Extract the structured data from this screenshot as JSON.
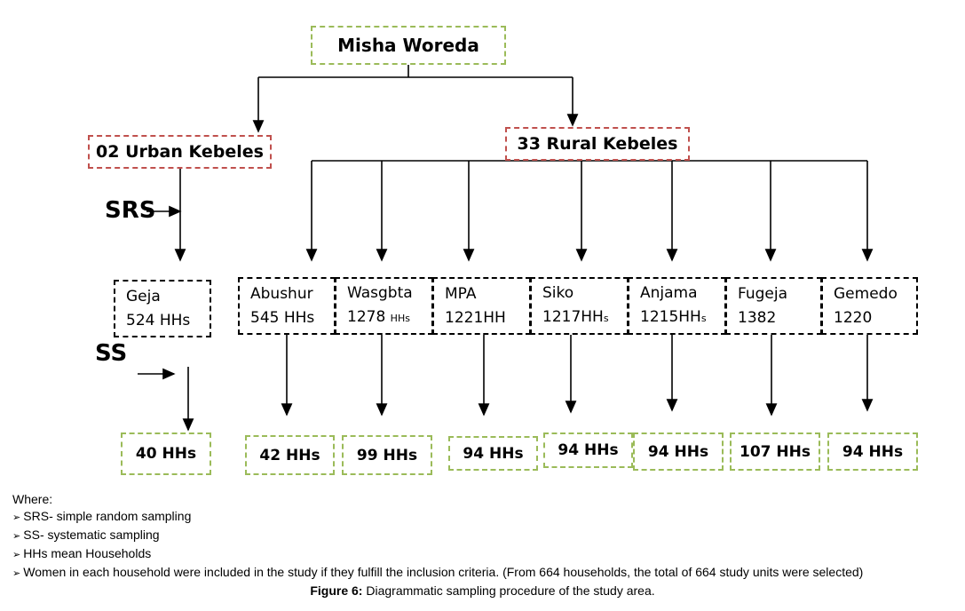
{
  "root": "Misha Woreda",
  "urban": "02 Urban Kebeles",
  "rural": "33 Rural Kebeles",
  "srs": "SRS",
  "ss": "SS",
  "urban_kebele": {
    "name": "Geja",
    "hhs": "524 HHs",
    "sample": "40  HHs"
  },
  "rural_kebeles": [
    {
      "name": "Abushur",
      "hhs": "545 HHs",
      "hhs_suffix": "",
      "sample": "42 HHs"
    },
    {
      "name": "Wasgbta",
      "hhs": "1278 ",
      "hhs_suffix": "HHs",
      "sample": "99 HHs"
    },
    {
      "name": "MPA",
      "hhs": "1221HH",
      "hhs_suffix": "",
      "sample": "94 HHs"
    },
    {
      "name": "Siko",
      "hhs": "1217HH",
      "hhs_suffix": "s",
      "sample": "94 HHs"
    },
    {
      "name": "Anjama",
      "hhs": "1215HH",
      "hhs_suffix": "s",
      "sample": "94 HHs"
    },
    {
      "name": "Fugeja",
      "hhs": "1382",
      "hhs_suffix": "",
      "sample": "107 HHs"
    },
    {
      "name": "Gemedo",
      "hhs": "1220",
      "hhs_suffix": "",
      "sample": "94 HHs"
    }
  ],
  "legend": {
    "title": "Where:",
    "items": [
      "SRS- simple random sampling",
      "SS- systematic sampling",
      "HHs mean Households",
      "Women in each household were included in the study if they fulfill the inclusion criteria. (From 664 households, the total of 664 study units were selected)"
    ]
  },
  "caption": {
    "label": "Figure 6:",
    "text": " Diagrammatic sampling procedure of the study area."
  }
}
